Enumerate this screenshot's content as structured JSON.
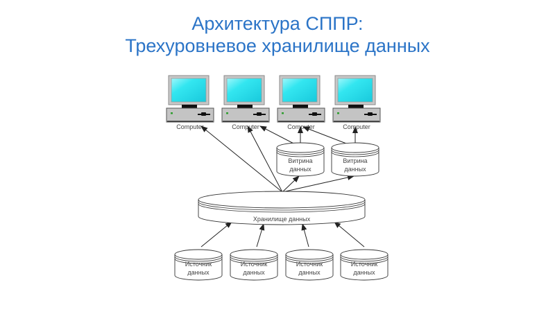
{
  "title": {
    "line1": "Архитектура СППР:",
    "line2": "Трехуровневое хранилище данных"
  },
  "colors": {
    "title": "#2b74c7",
    "screen": "#33e6f0",
    "monitor_frame": "#c8c8c8",
    "case": "#c4c4c4",
    "led": "#2e9e2e",
    "line": "#222222"
  },
  "computers": [
    {
      "label": "Computer",
      "icon": "computer-icon"
    },
    {
      "label": "Computer",
      "icon": "computer-icon"
    },
    {
      "label": "Computer",
      "icon": "computer-icon"
    },
    {
      "label": "Computer",
      "icon": "computer-icon"
    }
  ],
  "data_marts": [
    {
      "line1": "Витрина",
      "line2": "данных",
      "icon": "database-cylinder-icon"
    },
    {
      "line1": "Витрина",
      "line2": "данных",
      "icon": "database-cylinder-icon"
    }
  ],
  "warehouse": {
    "label": "Хранилище данных",
    "icon": "database-cylinder-icon"
  },
  "sources": [
    {
      "line1": "Источник",
      "line2": "данных",
      "icon": "database-cylinder-icon"
    },
    {
      "line1": "Источник",
      "line2": "данных",
      "icon": "database-cylinder-icon"
    },
    {
      "line1": "Источник",
      "line2": "данных",
      "icon": "database-cylinder-icon"
    },
    {
      "line1": "Источник",
      "line2": "данных",
      "icon": "database-cylinder-icon"
    }
  ]
}
